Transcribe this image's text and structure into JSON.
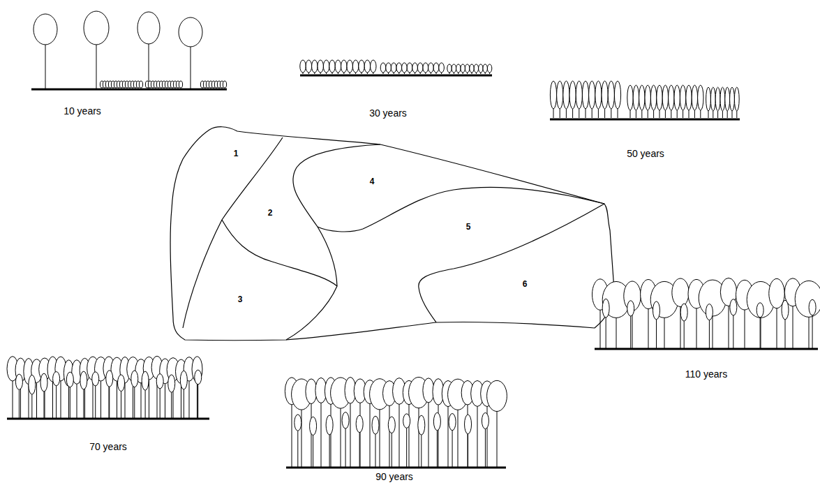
{
  "diagram": {
    "labels": [
      "10 years",
      "30 years",
      "50 years",
      "1",
      "2",
      "4",
      "5",
      "3",
      "6",
      "110 years",
      "70 years",
      "90 years"
    ]
  }
}
